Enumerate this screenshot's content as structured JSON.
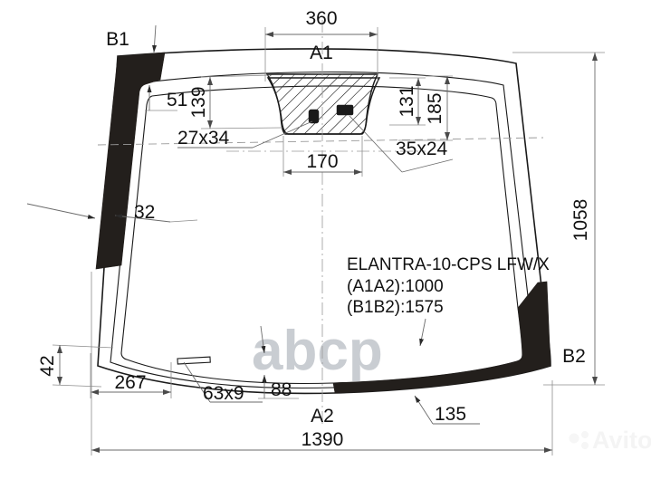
{
  "document": {
    "type": "technical-drawing",
    "subject": "automotive windshield glass dimensional drawing"
  },
  "part": {
    "code": "ELANTRA-10-CPS LFW/X",
    "a1a2": "(A1A2):1000",
    "b1b2": "(B1B2):1575"
  },
  "corner_labels": {
    "b1": "B1",
    "b2": "B2",
    "a1": "A1",
    "a2": "A2"
  },
  "dimensions": {
    "top_width": "360",
    "overall_width": "1390",
    "overall_height": "1058",
    "band_top": "51",
    "mirror_depth": "139",
    "right_band": "131",
    "right_band_outer": "185",
    "mirror_width": "170",
    "edge_thickness": "32",
    "bottom_left_height": "42",
    "bottom_offset": "267",
    "wiper_offset": "88",
    "bottom_right_curve": "135"
  },
  "callouts": {
    "sensor_left": "27x34",
    "sensor_right": "35x24",
    "wiper_pad": "63x9"
  },
  "watermarks": {
    "abcp": "abcp",
    "avito": "Avito"
  },
  "colors": {
    "glass_outline": "#1a1a1a",
    "ceramic_band": "#231f1c",
    "dimension_line": "#6b6b6b",
    "center_line": "#9a9a9a",
    "watermark_abcp": "#c9cdd2",
    "watermark_avito": "#f4f4f4",
    "background": "#ffffff"
  }
}
